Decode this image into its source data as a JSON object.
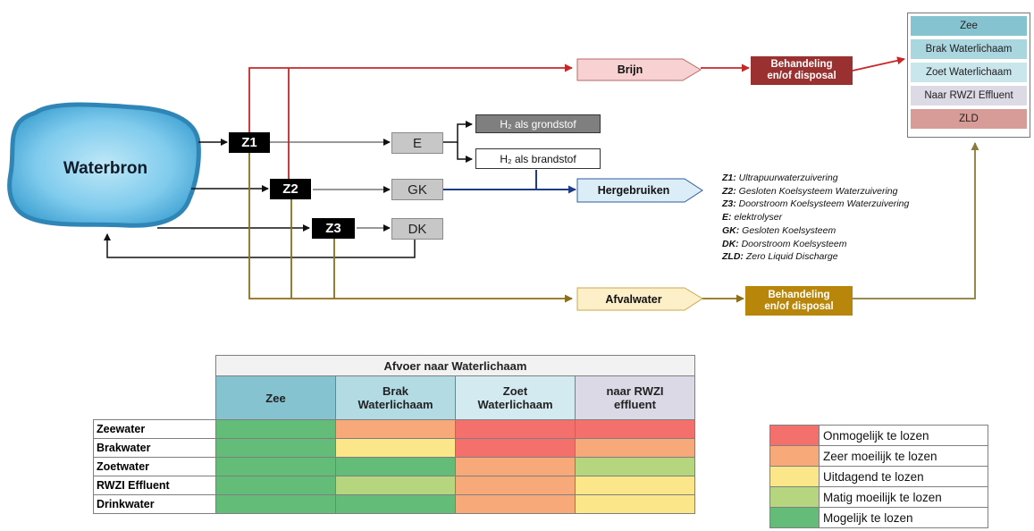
{
  "source": {
    "label": "Waterbron"
  },
  "treatment_units": {
    "z1": "Z1",
    "z2": "Z2",
    "z3": "Z3"
  },
  "consumers": {
    "e": "E",
    "gk": "GK",
    "dk": "DK"
  },
  "hydrogen": {
    "feedstock": "H₂ als grondstof",
    "fuel": "H₂ als brandstof"
  },
  "flows": {
    "brine": "Brijn",
    "reuse": "Hergebruiken",
    "wastewater": "Afvalwater"
  },
  "treatment": {
    "brine_line1": "Behandeling",
    "brine_line2": "en/of disposal",
    "waste_line1": "Behandeling",
    "waste_line2": "en/of disposal"
  },
  "destinations": [
    "Zee",
    "Brak Waterlichaam",
    "Zoet Waterlichaam",
    "Naar RWZI Effluent",
    "ZLD"
  ],
  "abbreviations": [
    {
      "key": "Z1:",
      "text": "Ultrapuurwaterzuivering"
    },
    {
      "key": "Z2:",
      "text": "Gesloten Koelsysteem Waterzuivering"
    },
    {
      "key": "Z3:",
      "text": "Doorstroom Koelsysteem Waterzuivering"
    },
    {
      "key": "E:",
      "text": "elektrolyser"
    },
    {
      "key": "GK:",
      "text": "Gesloten Koelsysteem"
    },
    {
      "key": "DK:",
      "text": "Doorstroom Koelsysteem"
    },
    {
      "key": "ZLD:",
      "text": "Zero Liquid Discharge"
    }
  ],
  "matrix": {
    "title": "Afvoer naar Waterlichaam",
    "columns": [
      {
        "line1": "Zee",
        "line2": ""
      },
      {
        "line1": "Brak",
        "line2": "Waterlichaam"
      },
      {
        "line1": "Zoet",
        "line2": "Waterlichaam"
      },
      {
        "line1": "naar RWZI",
        "line2": "effluent"
      }
    ],
    "rows": [
      {
        "label": "Zeewater",
        "levels": [
          5,
          2,
          1,
          1
        ]
      },
      {
        "label": "Brakwater",
        "levels": [
          5,
          3,
          1,
          2
        ]
      },
      {
        "label": "Zoetwater",
        "levels": [
          5,
          5,
          2,
          4
        ]
      },
      {
        "label": "RWZI Effluent",
        "levels": [
          5,
          4,
          2,
          3
        ]
      },
      {
        "label": "Drinkwater",
        "levels": [
          5,
          5,
          2,
          3
        ]
      }
    ]
  },
  "legend": [
    {
      "level": 1,
      "label": "Onmogelijk te lozen"
    },
    {
      "level": 2,
      "label": "Zeer moeilijk te lozen"
    },
    {
      "level": 3,
      "label": "Uitdagend te lozen"
    },
    {
      "level": 4,
      "label": "Matig moeilijk te lozen"
    },
    {
      "level": 5,
      "label": "Mogelijk te lozen"
    }
  ],
  "colors": {
    "level_1": "#f4706c",
    "level_2": "#f8a97a",
    "level_3": "#fbe68a",
    "level_4": "#b5d67f",
    "level_5": "#63bd79",
    "brine_line": "#c62828",
    "wastewater_line": "#8b6f1a",
    "reuse_line": "#1f3c88",
    "dest_zee": "#86c3d0",
    "dest_brak": "#a9d6df",
    "dest_zoet": "#c9e6ec",
    "dest_rwzi": "#dcdae4",
    "dest_zld": "#d89c98",
    "col_zee": "#86c3d0",
    "col_brak": "#b3dbe4",
    "col_zoet": "#d3ebf0",
    "col_rwzi": "#dcd9e6"
  }
}
